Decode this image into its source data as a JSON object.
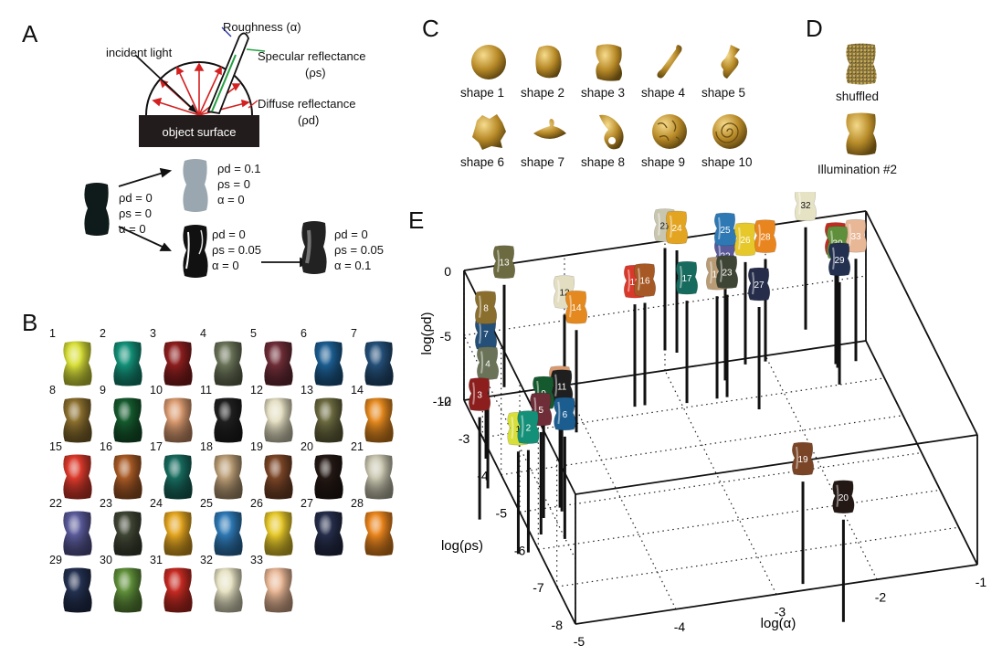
{
  "panels": {
    "a": {
      "letter": "A",
      "roughness": "Roughness (α)",
      "incident": "incident light",
      "specular": "Specular reflectance",
      "specular_sym": "(ρs)",
      "diffuse": "Diffuse reflectance",
      "diffuse_sym": "(ρd)",
      "surface": "object surface",
      "base": [
        "ρd = 0",
        "ρs = 0",
        "α = 0"
      ],
      "diffuse_ex": [
        "ρd = 0.1",
        "ρs = 0",
        "α = 0"
      ],
      "specular_ex": [
        "ρd = 0",
        "ρs = 0.05",
        "α = 0"
      ],
      "rough_ex": [
        "ρd = 0",
        "ρs = 0.05",
        "α = 0.1"
      ]
    },
    "b": {
      "letter": "B",
      "colors": [
        "#d8df3a",
        "#149078",
        "#8c1e1e",
        "#6a7358",
        "#6e2d37",
        "#1c5d90",
        "#244f78",
        "#8a6e2e",
        "#155a2e",
        "#d99a70",
        "#1f1f1f",
        "#e3dec2",
        "#6b6a40",
        "#e4891f",
        "#d9392b",
        "#a65925",
        "#176a5e",
        "#b99c75",
        "#7a4527",
        "#231814",
        "#c9c6b0",
        "#5a5a9a",
        "#3f4534",
        "#e3a521",
        "#2e78b4",
        "#e6c82b",
        "#252d4a",
        "#e9851e",
        "#233050",
        "#5f8f3a",
        "#c42a22",
        "#e6e2c4",
        "#e8b796"
      ]
    },
    "c": {
      "letter": "C",
      "shapes": [
        "shape 1",
        "shape 2",
        "shape 3",
        "shape 4",
        "shape 5",
        "shape 6",
        "shape 7",
        "shape 8",
        "shape 9",
        "shape 10"
      ]
    },
    "d": {
      "letter": "D",
      "shuffled": "shuffled",
      "illumination": "Illumination #2"
    },
    "e": {
      "letter": "E",
      "ylabel": "log(ρd)",
      "zlabel": "log(ρs)",
      "xlabel": "log(α)"
    }
  },
  "chart_data": {
    "type": "scatter",
    "projection": "3d",
    "xlabel": "log(α)",
    "ylabel": "log(ρs)",
    "zlabel": "log(ρd)",
    "xlim": [
      -5,
      -1
    ],
    "ylim": [
      -8,
      -2
    ],
    "zlim": [
      -10,
      0
    ],
    "x_ticks": [
      -5,
      -4,
      -3,
      -2,
      -1
    ],
    "y_ticks": [
      -8,
      -7,
      -6,
      -5,
      -4,
      -3,
      -2
    ],
    "z_ticks": [
      0,
      -5,
      -10
    ],
    "grid": true,
    "points": [
      {
        "label": "1",
        "x": -4.7,
        "y": -3.3,
        "z": -10
      },
      {
        "label": "2",
        "x": -4.6,
        "y": -3.3,
        "z": -10
      },
      {
        "label": "3",
        "x": -4.9,
        "y": -2.3,
        "z": -10
      },
      {
        "label": "4",
        "x": -4.8,
        "y": -2.2,
        "z": -8
      },
      {
        "label": "5",
        "x": -4.4,
        "y": -2.9,
        "z": -10
      },
      {
        "label": "6",
        "x": -4.2,
        "y": -3.1,
        "z": -10
      },
      {
        "label": "7",
        "x": -4.8,
        "y": -2.1,
        "z": -6
      },
      {
        "label": "8",
        "x": -4.8,
        "y": -2.1,
        "z": -4
      },
      {
        "label": "9",
        "x": -4.3,
        "y": -2.5,
        "z": -10
      },
      {
        "label": "10",
        "x": -4.1,
        "y": -2.3,
        "z": -10
      },
      {
        "label": "11",
        "x": -4.1,
        "y": -2.4,
        "z": -10
      },
      {
        "label": "12",
        "x": -4.0,
        "y": -2.0,
        "z": -4
      },
      {
        "label": "13",
        "x": -4.6,
        "y": -2.0,
        "z": -1
      },
      {
        "label": "14",
        "x": -3.9,
        "y": -2.1,
        "z": -5
      },
      {
        "label": "15",
        "x": -3.3,
        "y": -2.0,
        "z": -4
      },
      {
        "label": "16",
        "x": -3.2,
        "y": -2.0,
        "z": -4
      },
      {
        "label": "17",
        "x": -2.8,
        "y": -2.1,
        "z": -4
      },
      {
        "label": "18",
        "x": -2.5,
        "y": -2.1,
        "z": -4
      },
      {
        "label": "19",
        "x": -2.2,
        "y": -5.1,
        "z": -10
      },
      {
        "label": "20",
        "x": -2.0,
        "y": -6.2,
        "z": -10
      },
      {
        "label": "21",
        "x": -3.0,
        "y": -2.0,
        "z": 0
      },
      {
        "label": "22",
        "x": -2.4,
        "y": -2.0,
        "z": -3
      },
      {
        "label": "23",
        "x": -2.4,
        "y": -2.1,
        "z": -4
      },
      {
        "label": "24",
        "x": -2.9,
        "y": -2.1,
        "z": 0
      },
      {
        "label": "25",
        "x": -2.4,
        "y": -2.0,
        "z": -1
      },
      {
        "label": "26",
        "x": -2.2,
        "y": -2.0,
        "z": -2
      },
      {
        "label": "27",
        "x": -2.1,
        "y": -2.2,
        "z": -5
      },
      {
        "label": "28",
        "x": -2.0,
        "y": -2.0,
        "z": -2
      },
      {
        "label": "29",
        "x": -1.3,
        "y": -2.2,
        "z": -4
      },
      {
        "label": "30",
        "x": -1.3,
        "y": -2.1,
        "z": -3
      },
      {
        "label": "31",
        "x": -1.3,
        "y": -2.0,
        "z": -3
      },
      {
        "label": "32",
        "x": -1.6,
        "y": -2.0,
        "z": 0
      },
      {
        "label": "33",
        "x": -1.1,
        "y": -2.0,
        "z": -3
      }
    ]
  }
}
